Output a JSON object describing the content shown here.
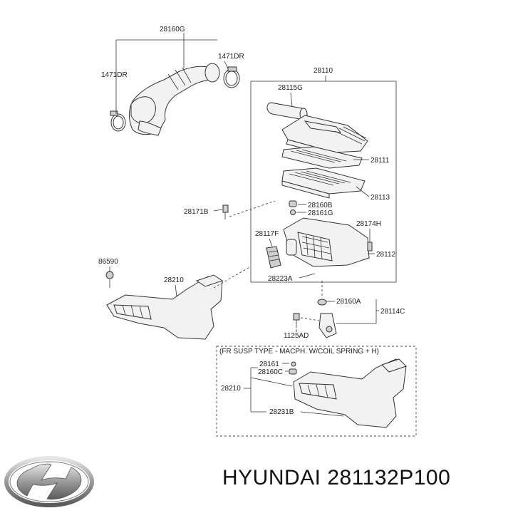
{
  "labels": {
    "p28160G": "28160G",
    "p1471DR_left": "1471DR",
    "p1471DR_right": "1471DR",
    "p28110": "28110",
    "p28115G": "28115G",
    "p28111": "28111",
    "p28113": "28113",
    "p28171B": "28171B",
    "p28160B": "28160B",
    "p28161G": "28161G",
    "p28174H": "28174H",
    "p28117F": "28117F",
    "p28112": "28112",
    "p86590": "86590",
    "p28210": "28210",
    "p28223A": "28223A",
    "p28160A": "28160A",
    "p28114C": "28114C",
    "p1125AD": "1125AD",
    "inset_note": "(FR SUSP TYPE - MACPH. W/COIL SPRING + H)",
    "p28161": "28161",
    "p28160C": "28160C",
    "p28210_inset": "28210",
    "p28231B": "28231B"
  },
  "footer": {
    "caption": "HYUNDAI 281132P100",
    "logo_icon": "hyundai-logo-icon"
  }
}
